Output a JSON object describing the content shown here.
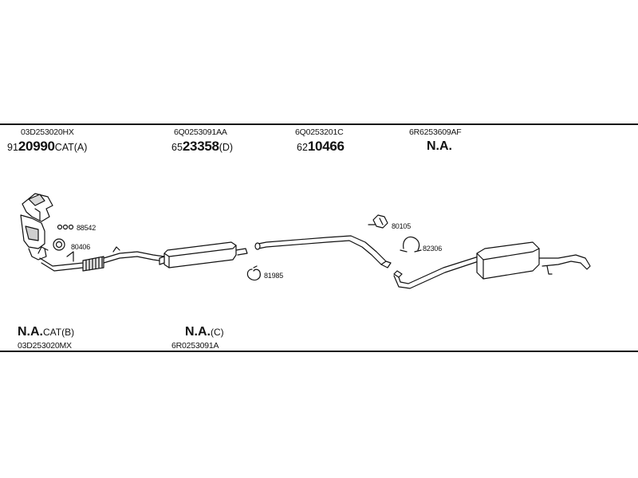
{
  "top_parts": [
    {
      "ref": "03D253020HX",
      "prefix": "91",
      "number": "20990",
      "suffix": "CAT(A)"
    },
    {
      "ref": "6Q0253091AA",
      "prefix": "65",
      "number": "23358",
      "suffix": "(D)"
    },
    {
      "ref": "6Q0253201C",
      "prefix": "62",
      "number": "10466",
      "suffix": ""
    },
    {
      "ref": "6R6253609AF",
      "prefix": "",
      "number": "N.A.",
      "suffix": ""
    }
  ],
  "bottom_parts": [
    {
      "label": "N.A.",
      "suffix": "CAT(B)",
      "ref": "03D253020MX"
    },
    {
      "label": "N.A.",
      "suffix": "(C)",
      "ref": "6R0253091A"
    }
  ],
  "small_parts": {
    "nut_set": "88542",
    "gasket": "80406",
    "hanger_front": "81985",
    "mount": "80105",
    "clamp": "82306"
  }
}
